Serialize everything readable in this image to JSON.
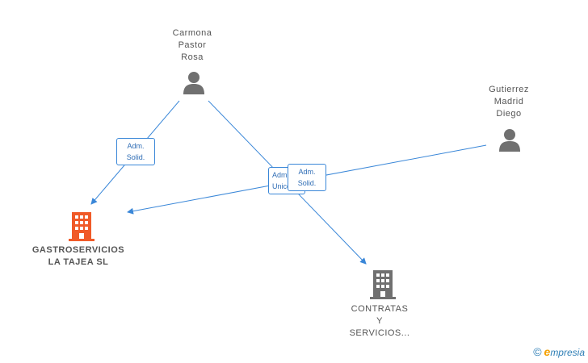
{
  "persons": [
    {
      "id": "carmona",
      "lines": [
        "Carmona",
        "Pastor",
        "Rosa"
      ]
    },
    {
      "id": "gutierrez",
      "lines": [
        "Gutierrez",
        "Madrid",
        "Diego"
      ]
    }
  ],
  "companies": [
    {
      "id": "gastroservicios",
      "lines": [
        "GASTROSERVICIOS",
        "LA TAJEA SL"
      ],
      "color": "#f05a28"
    },
    {
      "id": "contratas",
      "lines": [
        "CONTRATAS",
        "Y",
        "SERVICIOS..."
      ],
      "color": "#707070"
    }
  ],
  "relations": [
    {
      "lines": [
        "Adm.",
        "Solid."
      ]
    },
    {
      "lines": [
        "Adm.",
        "Unico"
      ]
    },
    {
      "lines": [
        "Adm.",
        "Solid."
      ]
    }
  ],
  "colors": {
    "edge": "#3a87d8",
    "person_icon": "#707070",
    "text": "#555555"
  },
  "watermark": {
    "symbol": "©",
    "brand_initial": "e",
    "brand_rest": "mpresia"
  }
}
